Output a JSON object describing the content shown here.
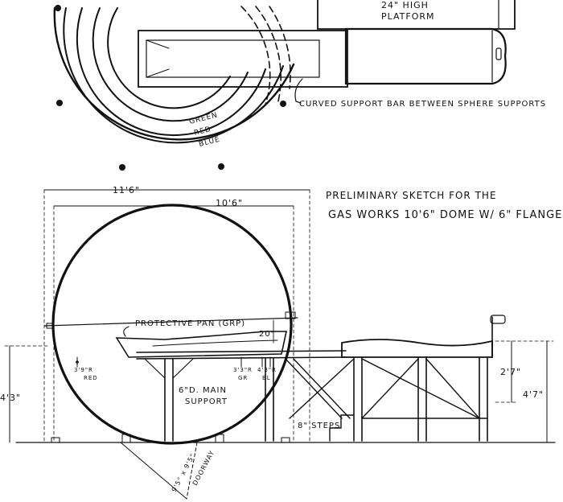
{
  "labels": {
    "platform_line1": "24\" HIGH",
    "platform_line2": "PLATFORM",
    "curved_support": "CURVED SUPPORT BAR BETWEEN SPHERE SUPPORTS",
    "ring_green": "GREEN",
    "ring_red": "RED",
    "ring_blue": "BLUE",
    "dim_11_6": "11'6\"",
    "dim_10_6": "10'6\"",
    "title_line1": "PRELIMINARY SKETCH FOR THE",
    "title_line2": "GAS WORKS   10'6\" DOME W/ 6\" FLANGE",
    "protective_pan": "PROTECTIVE PAN (GRP)",
    "dim_20": "20\"",
    "r_red_1": "3'9\"R",
    "r_red_2": "RED",
    "r_gr_1": "3'3\"R",
    "r_gr_2": "GR",
    "r_bl_1": "4'3\"R",
    "r_bl_2": "BL",
    "main_support_1": "6\"D. MAIN",
    "main_support_2": "SUPPORT",
    "dim_2_7": "2'7\"",
    "dim_4_7": "4'7\"",
    "dim_4_3": "4'3\"",
    "steps": "8\" STEPS",
    "doorway_1": "9'5\" x 9'5\"",
    "doorway_2": "DOORWAY"
  }
}
